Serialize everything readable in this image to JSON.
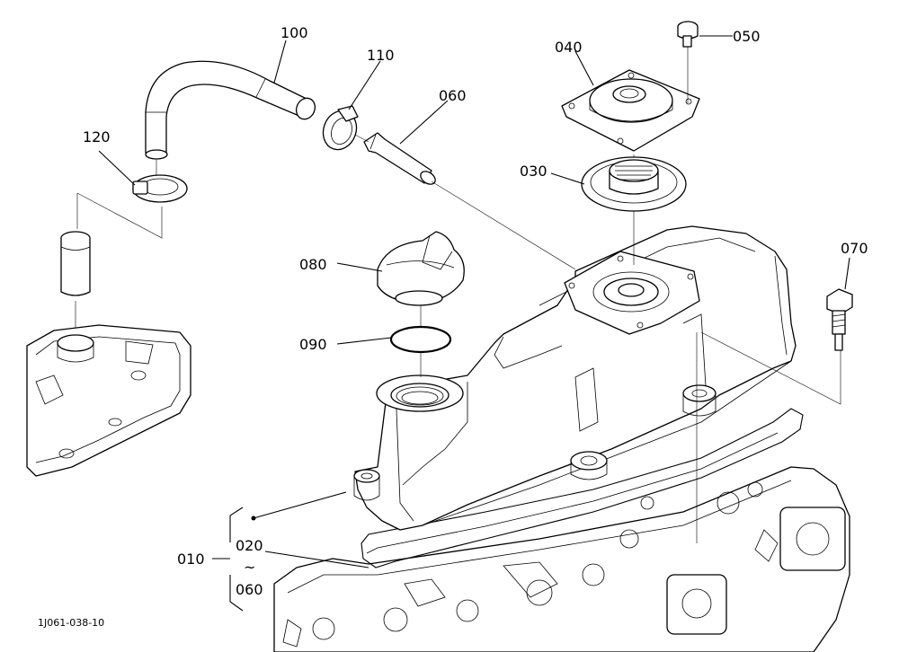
{
  "labels": {
    "p010": "010",
    "p020": "020",
    "tilde": "~",
    "p060b": "060",
    "p030": "030",
    "p040": "040",
    "p050": "050",
    "p060": "060",
    "p070": "070",
    "p080": "080",
    "p090": "090",
    "p100": "100",
    "p110": "110",
    "p120": "120"
  },
  "reference": "1J061-038-10"
}
